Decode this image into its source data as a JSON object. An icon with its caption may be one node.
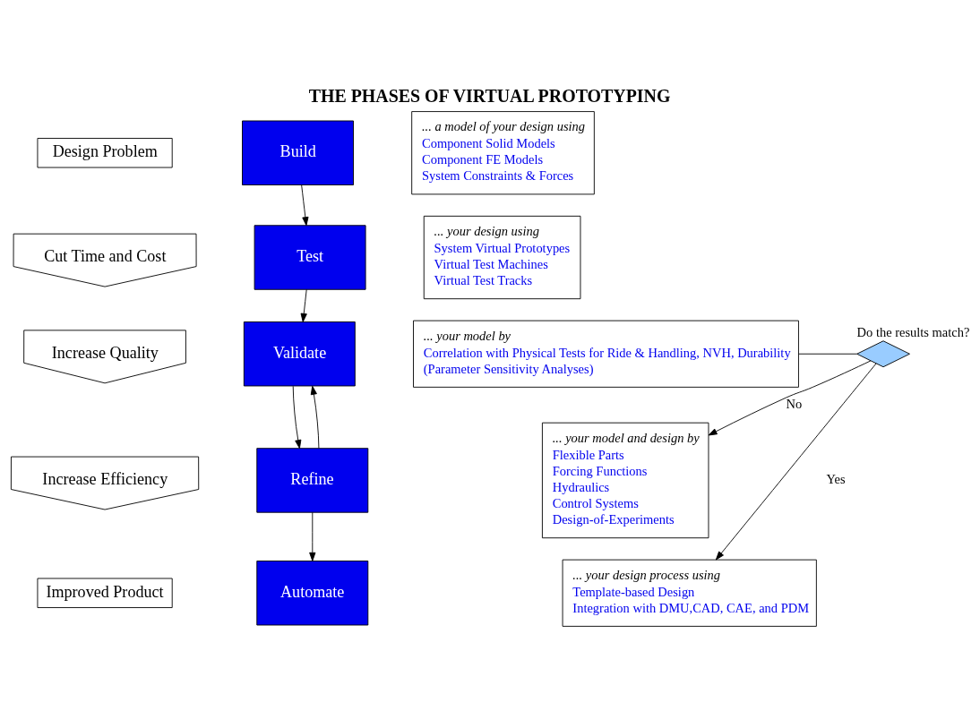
{
  "diagram": {
    "title": "THE PHASES OF VIRTUAL PROTOTYPING",
    "nodes": [
      {
        "text": [
          "Design Problem"
        ]
      },
      {
        "text": [
          "Cut Time and Cost"
        ]
      },
      {
        "text": [
          "Increase Quality"
        ]
      },
      {
        "text": [
          "Increase Efficiency"
        ]
      },
      {
        "text": [
          "Improved Product"
        ]
      },
      {
        "text": [
          "Build"
        ]
      },
      {
        "text": [
          "... a model of your design using",
          "Component Solid Models",
          "Component FE Models",
          "System Constraints & Forces"
        ]
      },
      {
        "text": [
          "Test"
        ]
      },
      {
        "text": [
          "... your design using",
          "System Virtual Prototypes",
          "Virtual Test Machines",
          "Virtual Test Tracks"
        ]
      },
      {
        "text": [
          "Validate"
        ]
      },
      {
        "text": [
          "... your model by",
          "Correlation with Physical Tests for Ride & Handling, NVH, Durability",
          "(Parameter Sensitivity Analyses)"
        ]
      },
      {
        "text": [
          "Refine"
        ]
      },
      {
        "text": [
          "... your model and design by",
          "Flexible Parts",
          "Forcing Functions",
          "Hydraulics",
          "Control Systems",
          "Design-of-Experiments"
        ]
      },
      {
        "text": [
          "Automate"
        ]
      },
      {
        "text": [
          "... your design process using",
          "Template-based Design",
          "Integration with DMU,CAD, CAE, and PDM"
        ]
      },
      {
        "text": [],
        "shape": "diamond",
        "beside": [
          "Do the results match?"
        ]
      }
    ],
    "edges": [
      {
        "from": 5,
        "to": 7,
        "arrow": "to"
      },
      {
        "from": 7,
        "to": 9,
        "arrow": "to"
      },
      {
        "from": 9,
        "to": 11,
        "arrow": "to"
      },
      {
        "from": 11,
        "to": 13,
        "arrow": "to"
      },
      {
        "from": 11,
        "to": 9,
        "arrow": "to"
      },
      {
        "from": 10,
        "to": 15,
        "arrow": "none"
      },
      {
        "from": 15,
        "to": 12,
        "arrow": "to",
        "label": "No"
      },
      {
        "from": 15,
        "to": 14,
        "arrow": "to",
        "label": "Yes"
      }
    ]
  }
}
